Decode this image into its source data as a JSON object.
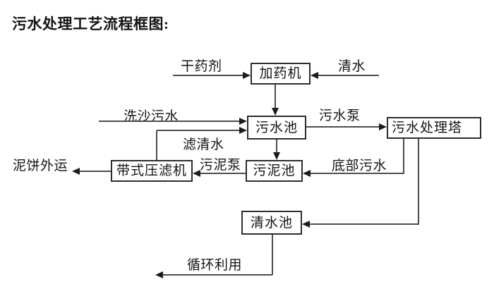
{
  "title": "污水处理工艺流程框图:",
  "nodes": {
    "dosing_machine": {
      "label": "加药机"
    },
    "sewage_pool": {
      "label": "污水池"
    },
    "treatment_tower": {
      "label": "污水处理塔"
    },
    "sludge_pool": {
      "label": "污泥池"
    },
    "belt_filter_press": {
      "label": "带式压滤机"
    },
    "clean_water_pool": {
      "label": "清水池"
    }
  },
  "edges": {
    "dry_agent": {
      "label": "干药剂",
      "from": "external",
      "to": "dosing_machine"
    },
    "clean_water": {
      "label": "清水",
      "from": "external",
      "to": "dosing_machine"
    },
    "dosing_to_sewage": {
      "label": "",
      "from": "dosing_machine",
      "to": "sewage_pool"
    },
    "sand_washing_sewage": {
      "label": "洗沙污水",
      "from": "external",
      "to": "sewage_pool"
    },
    "filtered_water": {
      "label": "滤清水",
      "from": "belt_filter_press",
      "to": "sewage_pool"
    },
    "sewage_pump": {
      "label": "污水泵",
      "from": "sewage_pool",
      "to": "treatment_tower"
    },
    "sewage_to_sludge": {
      "label": "",
      "from": "sewage_pool",
      "to": "sludge_pool"
    },
    "bottom_sewage": {
      "label": "底部污水",
      "from": "treatment_tower",
      "to": "sludge_pool"
    },
    "tower_to_clean": {
      "label": "",
      "from": "treatment_tower",
      "to": "clean_water_pool"
    },
    "sludge_pump": {
      "label": "污泥泵",
      "from": "sludge_pool",
      "to": "belt_filter_press"
    },
    "mud_cake_out": {
      "label": "泥饼外运",
      "from": "belt_filter_press",
      "to": "external"
    },
    "recycling": {
      "label": "循环利用",
      "from": "clean_water_pool",
      "to": "external"
    }
  },
  "colors": {
    "line": "#4c4c4c",
    "arrow": "#1c1c1c",
    "box_border": "#2d2d2d",
    "text": "#141414",
    "background": "#ffffff"
  }
}
